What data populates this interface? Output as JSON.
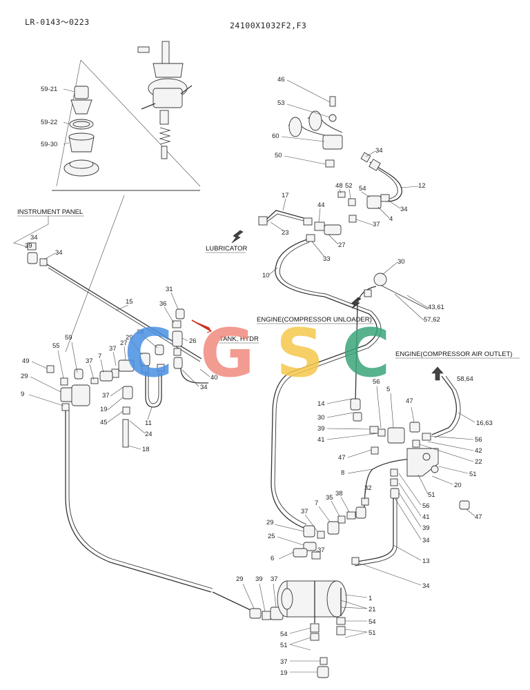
{
  "header": {
    "serial_range": "LR-0143～0223",
    "part_code": "24100X1032F2,F3"
  },
  "watermark": {
    "letters": [
      "C",
      "G",
      "S",
      "C"
    ],
    "colors": [
      "#4a90e2",
      "#f08a7e",
      "#f5c84c",
      "#3aa57a"
    ]
  },
  "captions": {
    "instrument_panel": "INSTRUMENT PANEL",
    "lubricator": "LUBRICATOR",
    "tank_hydr": "TANK, HYDR",
    "engine_unloader": "ENGINE(COMPRESSOR UNLOADER)",
    "engine_outlet": "ENGINE(COMPRESSOR AIR OUTLET)"
  },
  "callouts": [
    "46",
    "53",
    "60",
    "50",
    "34",
    "12",
    "48",
    "52",
    "54",
    "34",
    "4",
    "17",
    "44",
    "23",
    "37",
    "27",
    "33",
    "10",
    "30",
    "43,61",
    "57,62",
    "59-21",
    "59-22",
    "59-30",
    "34",
    "39",
    "34",
    "15",
    "31",
    "36",
    "26",
    "28",
    "29",
    "27",
    "37",
    "7",
    "37",
    "37",
    "19",
    "45",
    "24",
    "11",
    "18",
    "40",
    "34",
    "59",
    "55",
    "49",
    "29",
    "9",
    "14",
    "30",
    "39",
    "41",
    "56",
    "5",
    "47",
    "58,64",
    "16,63",
    "56",
    "42",
    "22",
    "51",
    "20",
    "51",
    "47",
    "47",
    "8",
    "56",
    "41",
    "39",
    "34",
    "32",
    "38",
    "35",
    "7",
    "37",
    "29",
    "25",
    "37",
    "6",
    "13",
    "34",
    "29",
    "39",
    "37",
    "1",
    "21",
    "54",
    "51",
    "54",
    "51",
    "37",
    "19"
  ]
}
